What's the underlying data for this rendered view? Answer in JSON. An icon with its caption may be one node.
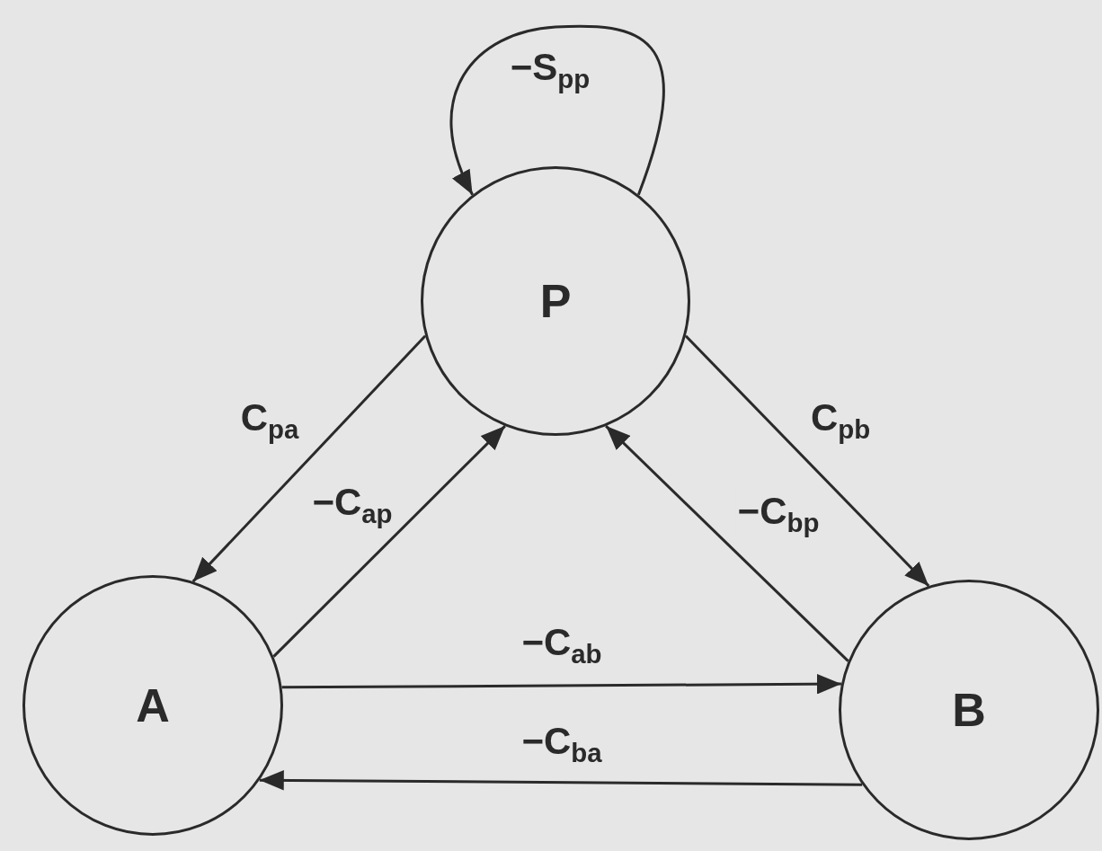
{
  "diagram": {
    "nodes": [
      {
        "text": [
          "P"
        ]
      },
      {
        "text": [
          "A"
        ]
      },
      {
        "text": [
          "B"
        ]
      }
    ],
    "edges": [
      {
        "from": 0,
        "to": 0,
        "arrow": "to",
        "label": "−S$_{pp}$"
      },
      {
        "from": 0,
        "to": 1,
        "arrow": "to",
        "label": "C$_{pa}$"
      },
      {
        "from": 1,
        "to": 0,
        "arrow": "to",
        "label": "−C$_{ap}$"
      },
      {
        "from": 0,
        "to": 2,
        "arrow": "to",
        "label": "C$_{pb}$"
      },
      {
        "from": 2,
        "to": 0,
        "arrow": "to",
        "label": "−C$_{bp}$"
      },
      {
        "from": 1,
        "to": 2,
        "arrow": "to",
        "label": "−C$_{ab}$"
      },
      {
        "from": 2,
        "to": 1,
        "arrow": "to",
        "label": "−C$_{ba}$"
      }
    ]
  }
}
